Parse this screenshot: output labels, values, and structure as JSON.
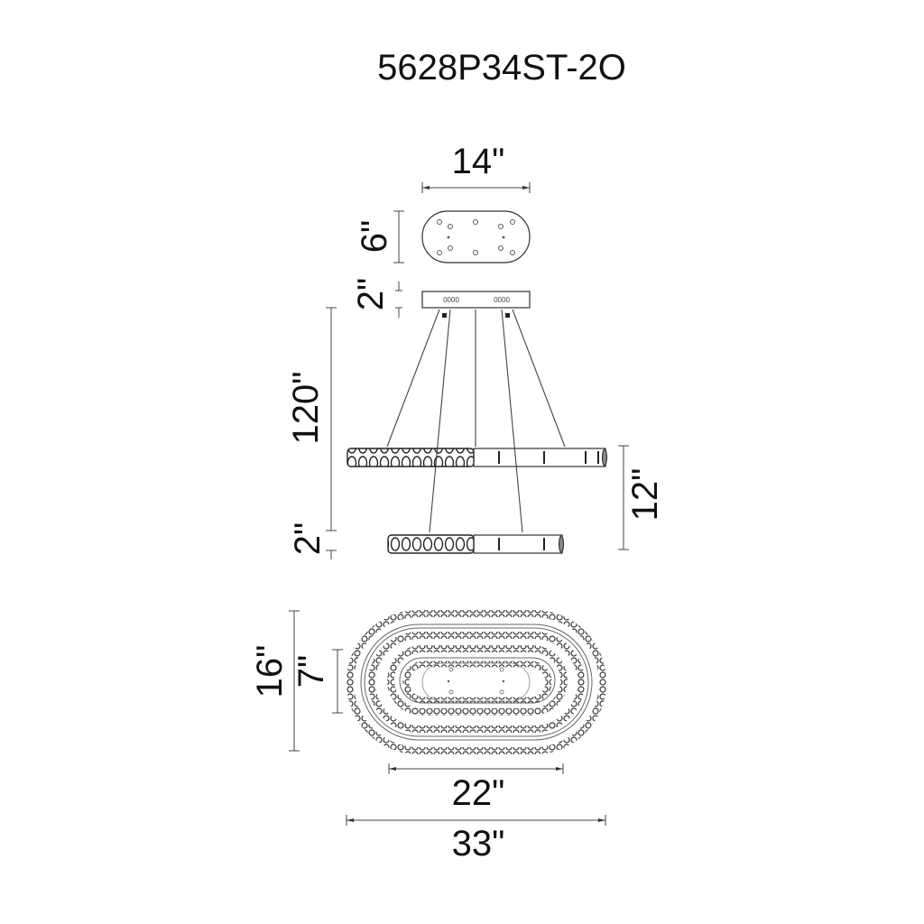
{
  "title": "5628P34ST-2O",
  "views": {
    "canopy_top": {
      "width_label": "14\"",
      "depth_label": "6\""
    },
    "side_elevation": {
      "canopy_height_label": "2\"",
      "overall_height_label": "120\"",
      "ring_thickness_label": "2\"",
      "ring_spacing_label": "12\""
    },
    "plan_view": {
      "outer_depth_label": "16\"",
      "inner_depth_label": "7\"",
      "inner_width_label": "22\"",
      "outer_width_label": "33\""
    }
  },
  "colors": {
    "ink": "#111111",
    "background": "#ffffff"
  }
}
